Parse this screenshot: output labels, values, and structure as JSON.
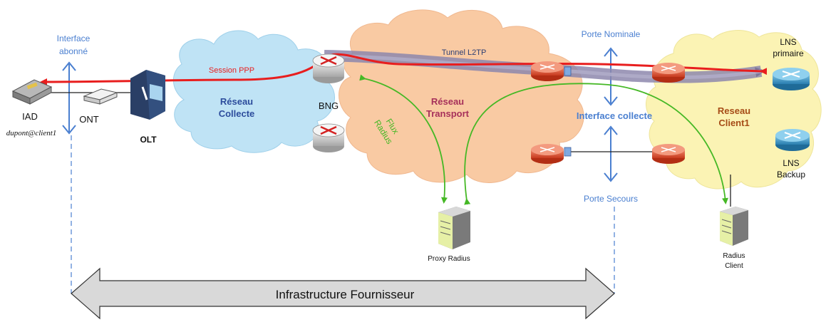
{
  "labels": {
    "interface_abonne": "Interface\nabonné",
    "iad": "IAD",
    "user": "dupont@client1",
    "ont": "ONT",
    "olt": "OLT",
    "session_ppp": "Session PPP",
    "reseau_collecte": "Réseau\nCollecte",
    "bng": "BNG",
    "tunnel_l2tp": "Tunnel L2TP",
    "flux_radius": "Flux\nRadius",
    "reseau_transport": "Réseau\nTransport",
    "porte_nominale": "Porte Nominale",
    "interface_collecte": "Interface collecte",
    "porte_secours": "Porte Secours",
    "lns_primaire": "LNS\nprimaire",
    "reseau_client": "Reseau\nClient1",
    "lns_backup": "LNS\nBackup",
    "proxy_radius": "Proxy Radius",
    "radius_client": "Radius\nClient",
    "infrastructure": "Infrastructure Fournisseur"
  },
  "colors": {
    "cloud_blue": "#bfe3f5",
    "cloud_orange": "#f9caa3",
    "cloud_yellow": "#fbf3b4",
    "ppp_red": "#e81e1e",
    "tunnel": "#8d87ad",
    "radius_green": "#45b825",
    "label_blue": "#4a7fd0",
    "collecte_text": "#2c4c9c",
    "transport_text": "#a6305a",
    "client_text": "#a64c17",
    "arrow_grey": "#d9d9d9"
  }
}
